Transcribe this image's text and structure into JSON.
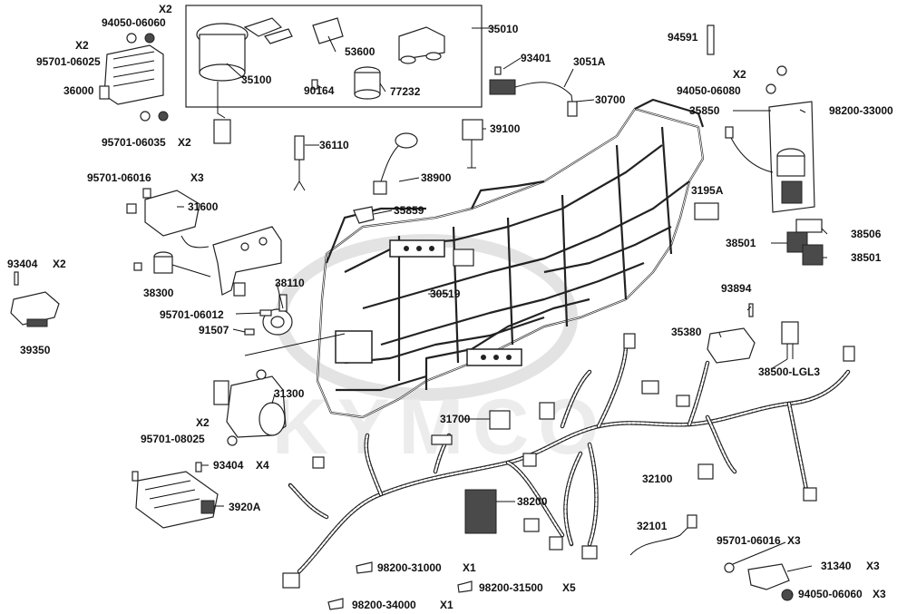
{
  "watermark": "KYMCO",
  "callout_box": {
    "label": "35010"
  },
  "parts": [
    {
      "id": "p1",
      "number": "94050-06060",
      "qty": "X2"
    },
    {
      "id": "p2",
      "number": "95701-06025",
      "qty": "X2"
    },
    {
      "id": "p3",
      "number": "36000",
      "qty": ""
    },
    {
      "id": "p4",
      "number": "95701-06035",
      "qty": "X2"
    },
    {
      "id": "p5",
      "number": "35100",
      "qty": ""
    },
    {
      "id": "p6",
      "number": "53600",
      "qty": ""
    },
    {
      "id": "p7",
      "number": "90164",
      "qty": ""
    },
    {
      "id": "p8",
      "number": "77232",
      "qty": ""
    },
    {
      "id": "p9",
      "number": "93401",
      "qty": ""
    },
    {
      "id": "p10",
      "number": "3051A",
      "qty": ""
    },
    {
      "id": "p11",
      "number": "30700",
      "qty": ""
    },
    {
      "id": "p12",
      "number": "94591",
      "qty": ""
    },
    {
      "id": "p13",
      "number": "94050-06080",
      "qty": "X2"
    },
    {
      "id": "p14",
      "number": "35850",
      "qty": ""
    },
    {
      "id": "p15",
      "number": "98200-33000",
      "qty": ""
    },
    {
      "id": "p16",
      "number": "39100",
      "qty": ""
    },
    {
      "id": "p17",
      "number": "36110",
      "qty": ""
    },
    {
      "id": "p18",
      "number": "38900",
      "qty": ""
    },
    {
      "id": "p19",
      "number": "95701-06016",
      "qty": "X3"
    },
    {
      "id": "p20",
      "number": "31600",
      "qty": ""
    },
    {
      "id": "p21",
      "number": "35859",
      "qty": ""
    },
    {
      "id": "p22",
      "number": "3195A",
      "qty": ""
    },
    {
      "id": "p23",
      "number": "38506",
      "qty": ""
    },
    {
      "id": "p24",
      "number": "38501",
      "qty": ""
    },
    {
      "id": "p25",
      "number": "38501",
      "qty": ""
    },
    {
      "id": "p26",
      "number": "93404",
      "qty": "X2"
    },
    {
      "id": "p27",
      "number": "39350",
      "qty": ""
    },
    {
      "id": "p28",
      "number": "38300",
      "qty": ""
    },
    {
      "id": "p29",
      "number": "38110",
      "qty": ""
    },
    {
      "id": "p30",
      "number": "30519",
      "qty": ""
    },
    {
      "id": "p31",
      "number": "93894",
      "qty": ""
    },
    {
      "id": "p32",
      "number": "95701-06012",
      "qty": ""
    },
    {
      "id": "p33",
      "number": "91507",
      "qty": ""
    },
    {
      "id": "p34",
      "number": "35380",
      "qty": ""
    },
    {
      "id": "p35",
      "number": "38500-LGL3",
      "qty": ""
    },
    {
      "id": "p36",
      "number": "31300",
      "qty": ""
    },
    {
      "id": "p37",
      "number": "95701-08025",
      "qty": "X2"
    },
    {
      "id": "p38",
      "number": "31700",
      "qty": ""
    },
    {
      "id": "p39",
      "number": "32100",
      "qty": ""
    },
    {
      "id": "p40",
      "number": "93404",
      "qty": "X4"
    },
    {
      "id": "p41",
      "number": "3920A",
      "qty": ""
    },
    {
      "id": "p42",
      "number": "38200",
      "qty": ""
    },
    {
      "id": "p43",
      "number": "32101",
      "qty": ""
    },
    {
      "id": "p44",
      "number": "95701-06016",
      "qty": "X3"
    },
    {
      "id": "p45",
      "number": "31340",
      "qty": "X3"
    },
    {
      "id": "p46",
      "number": "94050-06060",
      "qty": "X3"
    },
    {
      "id": "p47",
      "number": "98200-31000",
      "qty": "X1"
    },
    {
      "id": "p48",
      "number": "98200-31500",
      "qty": "X5"
    },
    {
      "id": "p49",
      "number": "98200-34000",
      "qty": "X1"
    }
  ]
}
